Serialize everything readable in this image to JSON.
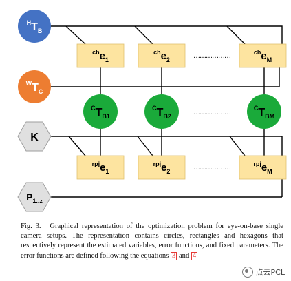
{
  "nodes": {
    "hTb": {
      "base": "T",
      "sup": "H",
      "sub": "B"
    },
    "wTc": {
      "base": "T",
      "sup": "W",
      "sub": "C"
    },
    "k": {
      "base": "K"
    },
    "p1z": {
      "base": "P",
      "sub": "1..z"
    },
    "che1": {
      "base": "e",
      "sup": "ch",
      "sub": "1"
    },
    "che2": {
      "base": "e",
      "sup": "ch",
      "sub": "2"
    },
    "cheM": {
      "base": "e",
      "sup": "ch",
      "sub": "M"
    },
    "cTb1": {
      "base": "T",
      "sup": "C",
      "sub": "B1"
    },
    "cTb2": {
      "base": "T",
      "sup": "C",
      "sub": "B2"
    },
    "cTbM": {
      "base": "T",
      "sup": "C",
      "sub": "BM"
    },
    "rpje1": {
      "base": "e",
      "sup": "rpj",
      "sub": "1"
    },
    "rpje2": {
      "base": "e",
      "sup": "rpj",
      "sub": "2"
    },
    "rpjeM": {
      "base": "e",
      "sup": "rpj",
      "sub": "M"
    }
  },
  "ellipsis": "………………",
  "caption": {
    "figure_label": "Fig. 3.",
    "text": "Graphical representation of the optimization problem for eye-on-base single camera setups. The representation contains circles, rectangles and hexagons that respectively represent the estimated variables, error functions, and fixed parameters. The error functions are defined following the equations",
    "ref1": "3",
    "and": "and",
    "ref2": "4"
  },
  "watermark": "点云PCL",
  "colors": {
    "blue": "#4472c4",
    "orange": "#ed7d31",
    "green": "#1aaa3a",
    "box": "#fde4a0",
    "hex": "#e0e0e0"
  }
}
